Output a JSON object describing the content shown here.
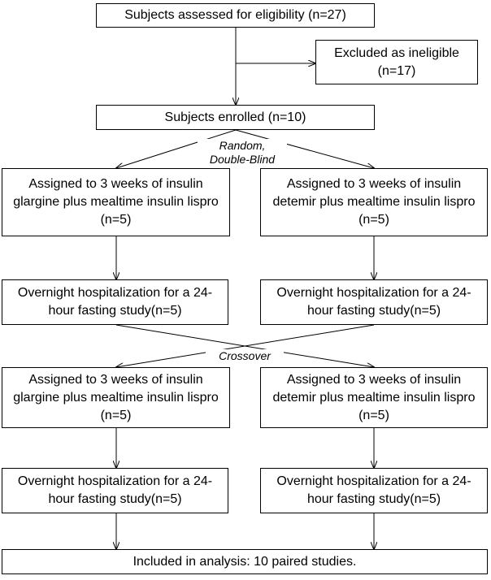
{
  "boxes": {
    "assessed": "Subjects assessed for eligibility (n=27)",
    "excluded_line1": "Excluded as ineligible",
    "excluded_line2": "(n=17)",
    "enrolled": "Subjects enrolled (n=10)",
    "arm1_glargine": "Assigned to 3 weeks of insulin glargine plus mealtime insulin lispro (n=5)",
    "arm1_detemir": "Assigned to 3 weeks of insulin detemir plus mealtime insulin lispro (n=5)",
    "hosp1_left": "Overnight hospitalization for a 24-hour fasting study(n=5)",
    "hosp1_right": "Overnight hospitalization for a 24-hour fasting study(n=5)",
    "arm2_glargine": "Assigned to 3 weeks of insulin glargine plus mealtime insulin lispro (n=5)",
    "arm2_detemir": "Assigned to 3 weeks of insulin detemir plus mealtime insulin lispro (n=5)",
    "hosp2_left": "Overnight hospitalization for a 24-hour fasting study(n=5)",
    "hosp2_right": "Overnight hospitalization for a 24-hour fasting study(n=5)",
    "analysis": "Included in analysis: 10 paired studies."
  },
  "labels": {
    "random_line1": "Random,",
    "random_line2": "Double-Blind",
    "crossover": "Crossover"
  }
}
